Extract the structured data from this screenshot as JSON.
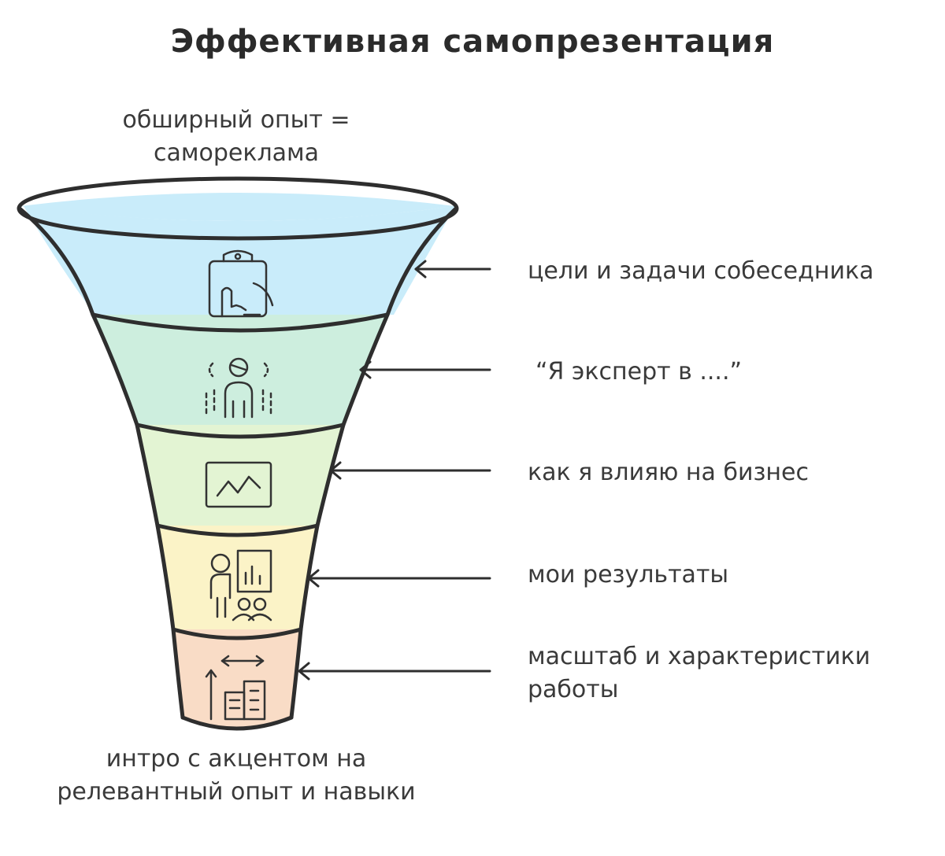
{
  "title": "Эффективная самопрезентация",
  "top_caption": "обширный опыт = саморекламa",
  "bottom_caption": "интро с акцентом на релевантный опыт и навыки",
  "stages": [
    {
      "label": "цели и задачи собеседника",
      "color": "#c9ecfa",
      "icon": "clipboard-hand-icon"
    },
    {
      "label": "“Я эксперт в ....”",
      "color": "#cdeede",
      "icon": "expert-person-icon"
    },
    {
      "label": "как я влияю на бизнес",
      "color": "#e3f4d3",
      "icon": "chart-board-icon"
    },
    {
      "label": "мои результаты",
      "color": "#fbf3c7",
      "icon": "presentation-audience-icon"
    },
    {
      "label": "масштаб и характеристики работы",
      "color": "#f9dcc6",
      "icon": "building-growth-icon"
    }
  ],
  "stroke_color": "#2e2e2e"
}
